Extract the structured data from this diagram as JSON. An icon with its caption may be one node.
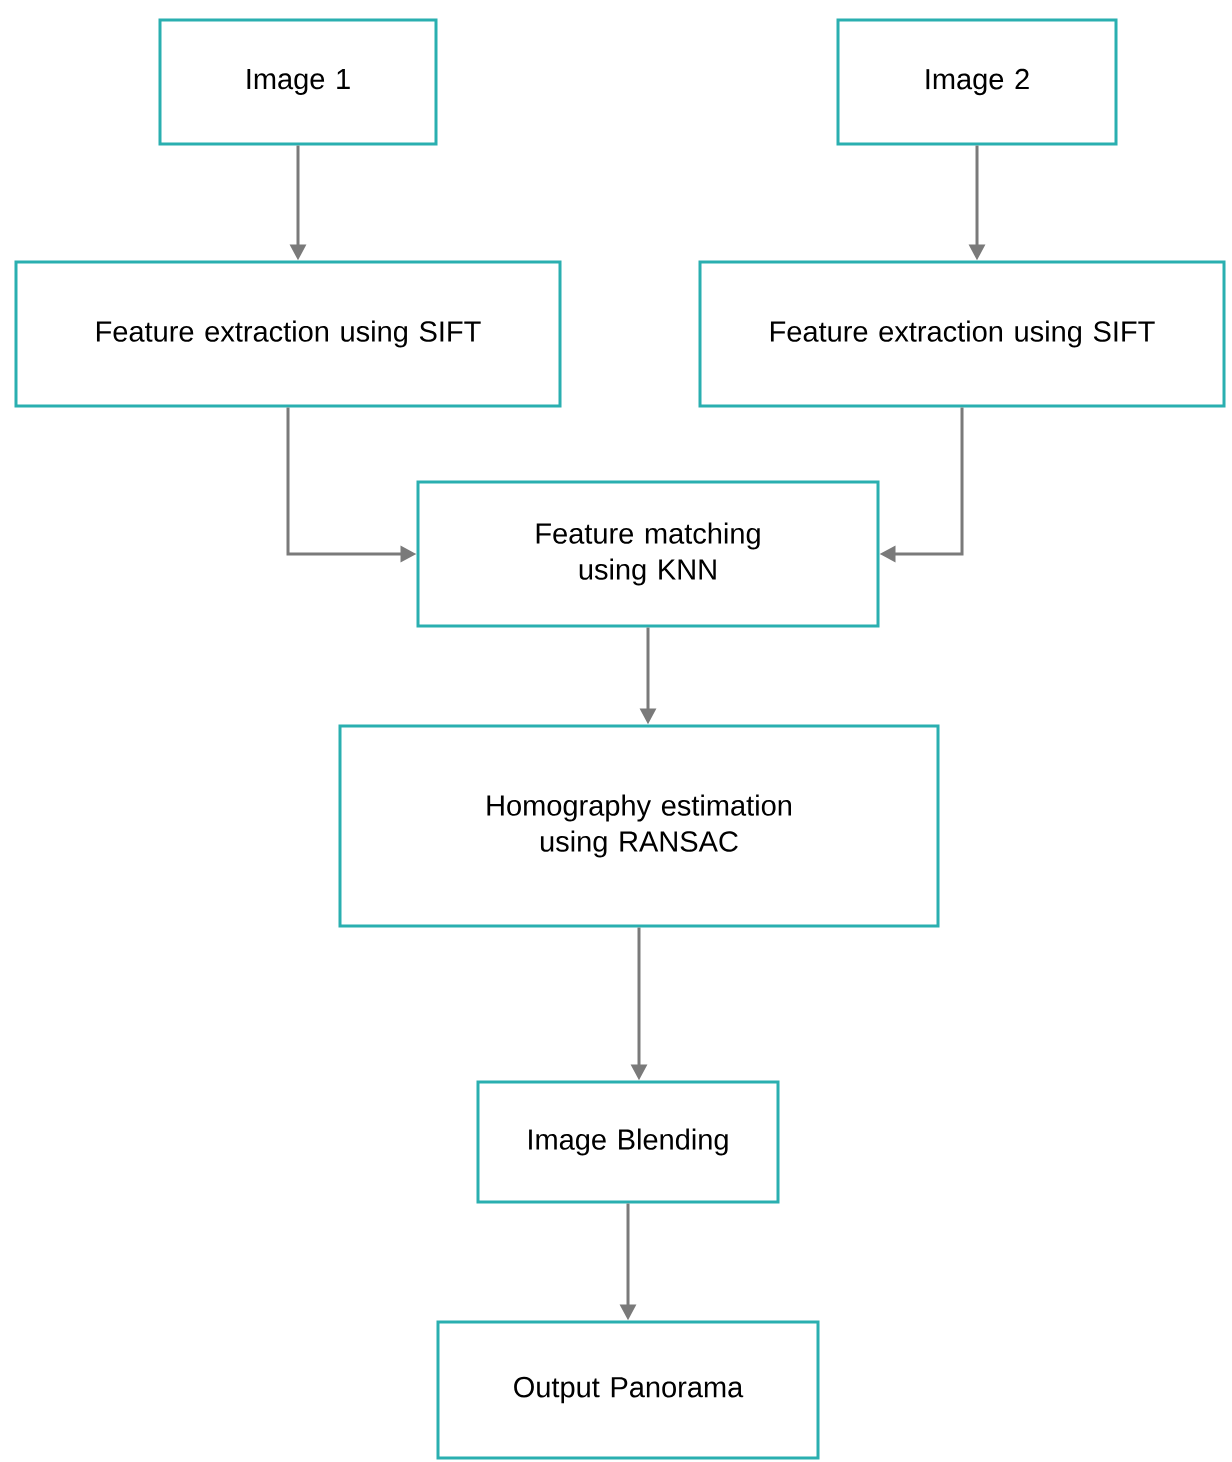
{
  "diagram": {
    "nodes": [
      {
        "text": [
          "Image 1"
        ]
      },
      {
        "text": [
          "Image 2"
        ]
      },
      {
        "text": [
          "Feature extraction using SIFT"
        ]
      },
      {
        "text": [
          "Feature extraction using SIFT"
        ]
      },
      {
        "text": [
          "Feature matching using KNN"
        ]
      },
      {
        "text": [
          "Homography estimation using RANSAC"
        ]
      },
      {
        "text": [
          "Image Blending"
        ]
      },
      {
        "text": [
          "Output Panorama"
        ]
      }
    ],
    "edges": [
      {
        "from": 0,
        "to": 2,
        "arrow": "to"
      },
      {
        "from": 1,
        "to": 3,
        "arrow": "to"
      },
      {
        "from": 2,
        "to": 4,
        "arrow": "to"
      },
      {
        "from": 3,
        "to": 4,
        "arrow": "to"
      },
      {
        "from": 4,
        "to": 5,
        "arrow": "to"
      },
      {
        "from": 5,
        "to": 6,
        "arrow": "to"
      },
      {
        "from": 6,
        "to": 7,
        "arrow": "to"
      }
    ]
  }
}
